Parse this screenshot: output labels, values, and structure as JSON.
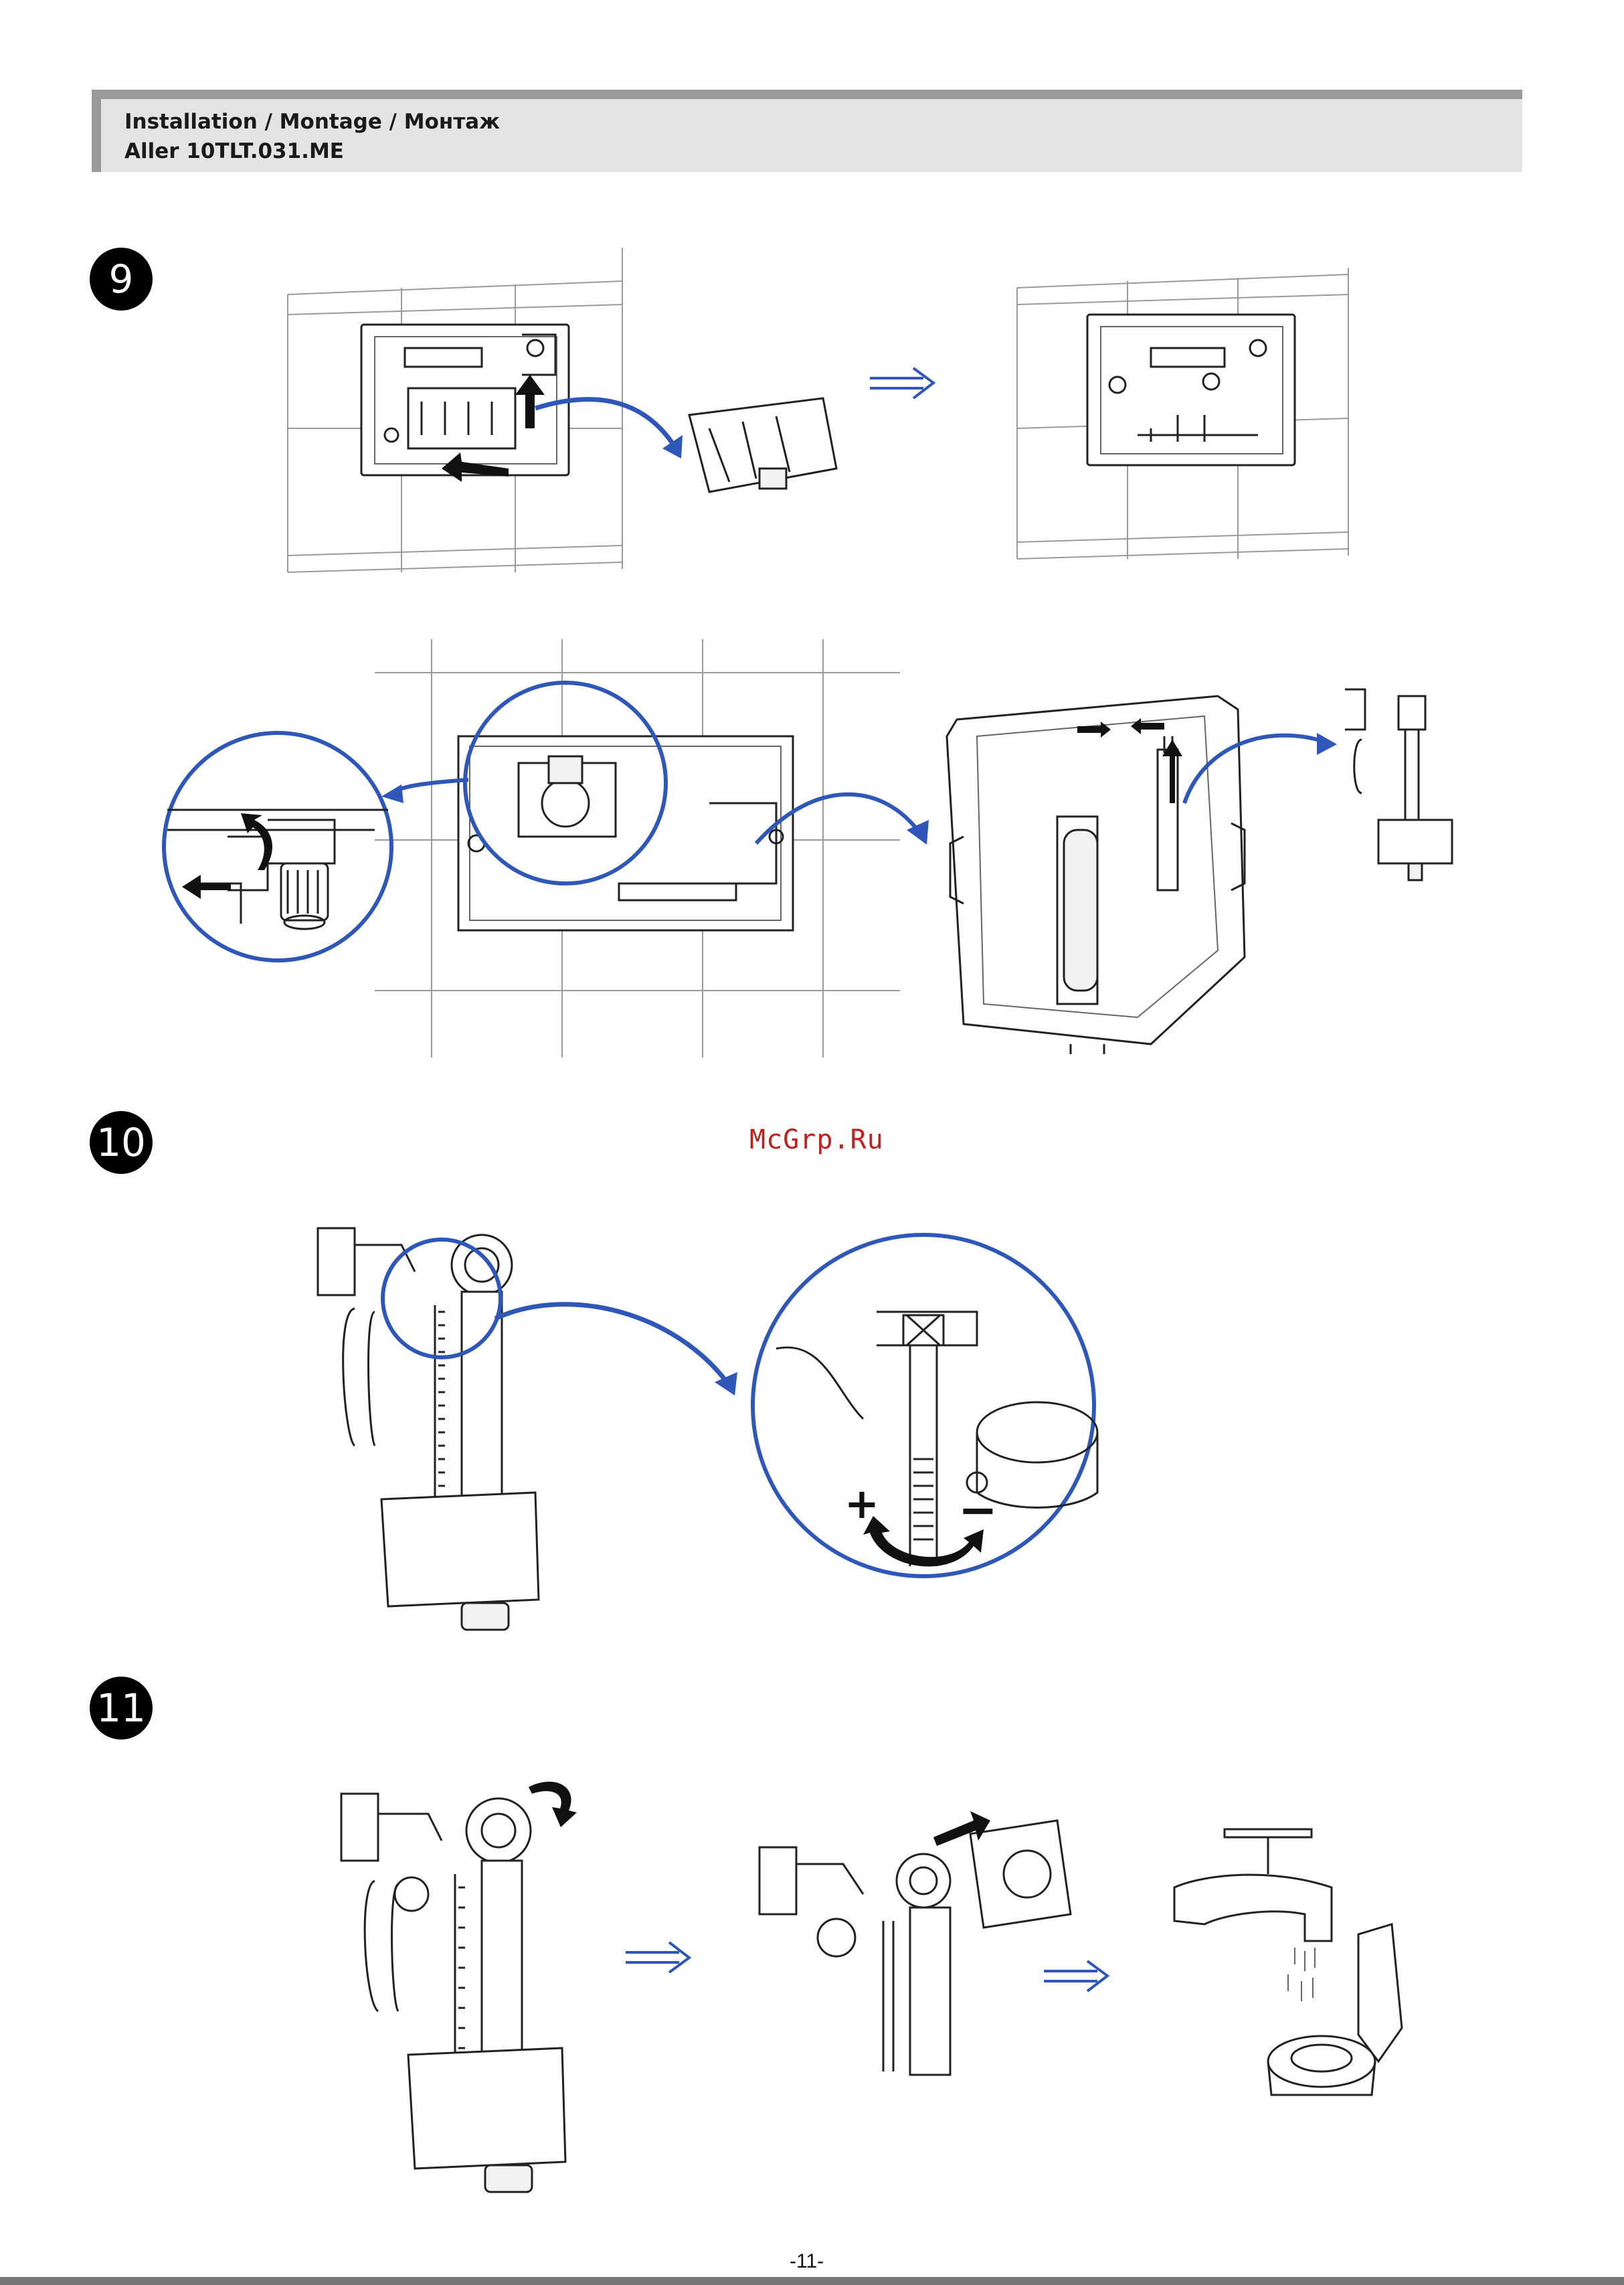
{
  "header": {
    "title_line1": "Installation / Montage / Монтаж",
    "title_line2": "Aller 10TLT.031.ME"
  },
  "steps": [
    {
      "number": "9"
    },
    {
      "number": "10"
    },
    {
      "number": "11"
    }
  ],
  "adjustment_signs": {
    "plus": "+",
    "minus": "−"
  },
  "watermark": "McGrp.Ru",
  "page_number": "-11-",
  "colors": {
    "header_bg": "#e4e4e4",
    "header_rule": "#9a9a9a",
    "arrow_blue": "#2f57b8",
    "watermark_red": "#c21f1f"
  },
  "icons": [
    "tile-wall-grid",
    "flush-plate-frame",
    "button-module",
    "blue-curved-arrow",
    "double-line-arrow",
    "magnifier-circle",
    "cistern-interior",
    "fill-valve",
    "rotate-arrow",
    "tap-water"
  ]
}
